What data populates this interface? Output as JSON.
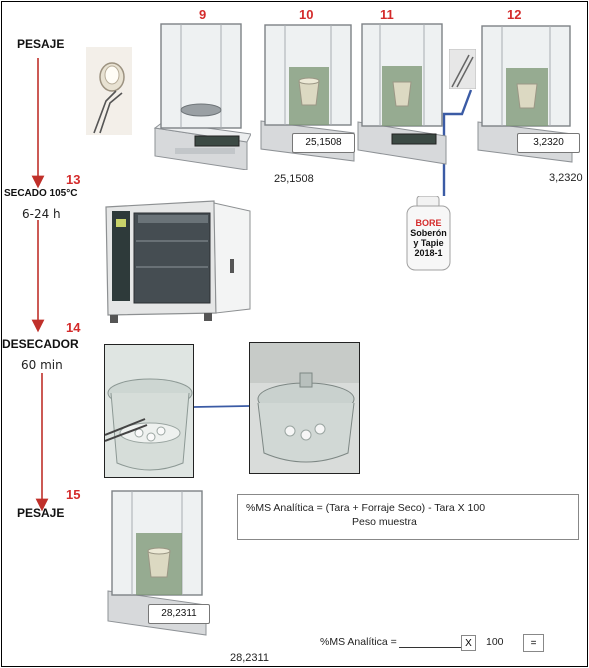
{
  "steps": {
    "s9": "9",
    "s10": "10",
    "s11": "11",
    "s12": "12",
    "s13": "13",
    "s14": "14",
    "s15": "15"
  },
  "labels": {
    "pesaje_top": "PESAJE",
    "secado": "SECADO 105°C",
    "secado_time": "6-24 h",
    "desecador": "DESECADOR",
    "desecador_time": "60 min",
    "pesaje_bottom": "PESAJE"
  },
  "readings": {
    "balance10_display": "25,1508",
    "balance10_below": "25,1508",
    "balance12_display": "3,2320",
    "balance12_below": "3,2320",
    "balance15_display": "28,2311",
    "balance15_below": "28,2311"
  },
  "bottle": {
    "line1": "BORE",
    "line2": "Soberón",
    "line3": "y Tapie",
    "line4": "2018-1"
  },
  "formula": {
    "line1": "%MS Analítica  = (Tara + Forraje Seco) - Tara  X  100",
    "line2": "Peso muestra"
  },
  "bottom_formula": {
    "lead": "%MS Analítica =",
    "x": "X",
    "hundred": "100",
    "equals": "="
  },
  "colors": {
    "arrow": "#c0302a",
    "step_number": "#d42b2b",
    "connector": "#3b5ba5"
  }
}
